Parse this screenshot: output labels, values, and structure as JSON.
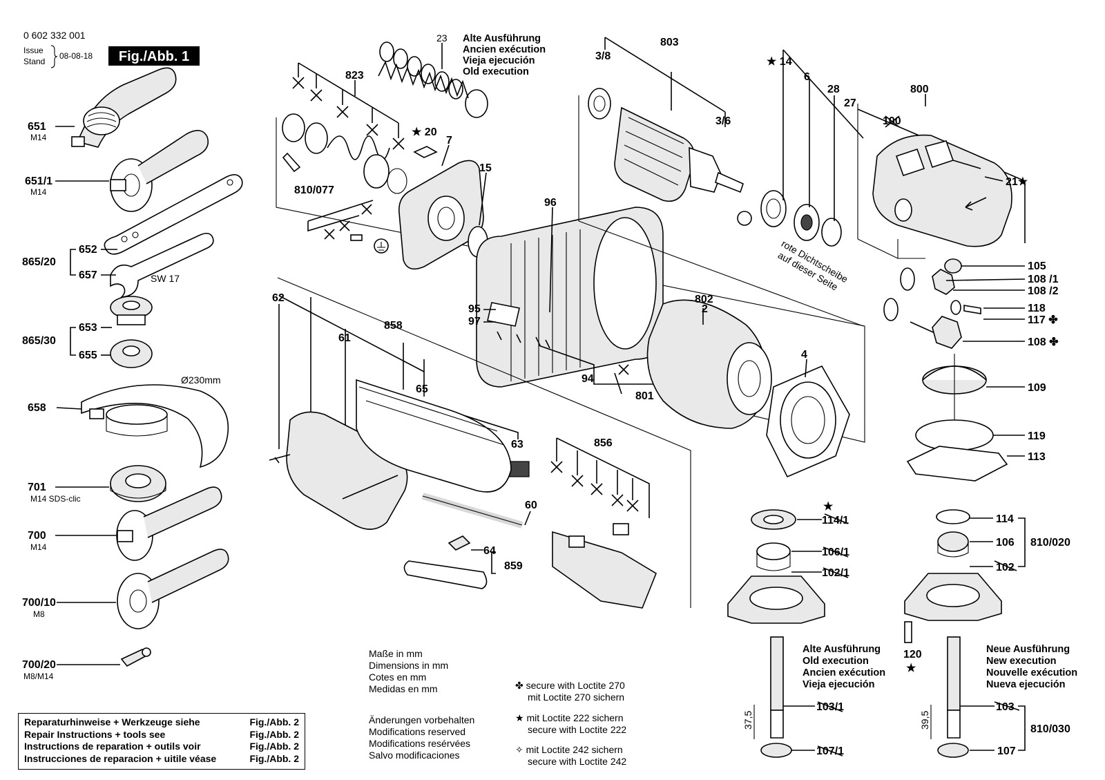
{
  "header": {
    "drawing_number": "0 602 332 001",
    "issue_label": "Issue",
    "stand_label": "Stand",
    "date": "08-08-18",
    "figure_label": "Fig./Abb. 1"
  },
  "old_execution_top": [
    "Alte Ausführung",
    "Ancien exécution",
    "Vieja ejecución",
    "Old execution"
  ],
  "old_execution_bottom": [
    "Alte Ausführung",
    "Old execution",
    "Ancien exécution",
    "Vieja ejecución"
  ],
  "new_execution": [
    "Neue Ausführung",
    "New execution",
    "Nouvelle exécution",
    "Nueva ejecución"
  ],
  "seal_note": [
    "rote Dichtscheibe",
    "auf dieser Seite"
  ],
  "accessory_labels": {
    "p651": "651",
    "p651_thread": "M14",
    "p651_1": "651/1",
    "p651_1_thread": "M14",
    "p865_20": "865/20",
    "p652": "652",
    "p657": "657",
    "sw17": "SW 17",
    "p865_30": "865/30",
    "p653": "653",
    "p655": "655",
    "p658": "658",
    "diameter": "Ø230mm",
    "p701": "701",
    "p701_sub": "M14 SDS-clic",
    "p700": "700",
    "p700_thread": "M14",
    "p700_10": "700/10",
    "p700_10_thread": "M8",
    "p700_20": "700/20",
    "p700_20_thread": "M8/M14"
  },
  "part_labels": {
    "p823": "823",
    "p23": "23",
    "p20": "★ 20",
    "p7": "7",
    "p15": "15",
    "p810_077": "810/077",
    "p96": "96",
    "p95": "95",
    "p97": "97",
    "p94": "94",
    "p801": "801",
    "p802": "802",
    "p2": "2",
    "p4": "4",
    "p62": "62",
    "p61": "61",
    "p858": "858",
    "p65": "65",
    "p63": "63",
    "p856": "856",
    "p60": "60",
    "p64": "64",
    "p859": "859",
    "p803": "803",
    "p3_8": "3/8",
    "p3_6": "3/6",
    "p14": "★ 14",
    "p6": "6",
    "p28": "28",
    "p27": "27",
    "p800": "800",
    "p100": "100",
    "p21": "21★",
    "p105": "105",
    "p108_1": "108 /1",
    "p108_2": "108 /2",
    "p118": "118",
    "p117": "117 ✤",
    "p108": "108 ✤",
    "p109": "109",
    "p119": "119",
    "p113": "113",
    "p114": "114",
    "p106": "106",
    "p810_020": "810/020",
    "p102": "102",
    "p120": "120",
    "p120_star": "★",
    "p114_1_star": "★",
    "p114_1": "114/1",
    "p106_1": "106/1",
    "p102_1": "102/1",
    "p103_1": "103/1",
    "p107_1": "107/1",
    "p103": "103",
    "p107": "107",
    "p810_030": "810/030",
    "dim_old": "37,5",
    "dim_new": "39,5"
  },
  "units": [
    "Maße in mm",
    "Dimensions in mm",
    "Cotes en mm",
    "Medidas en mm"
  ],
  "changes": [
    "Änderungen vorbehalten",
    "Modifications reserved",
    "Modifications resérvées",
    "Salvo modificaciones"
  ],
  "loctite": {
    "l270": [
      "✤ secure with Loctite 270",
      "mit Loctite 270 sichern"
    ],
    "l222": [
      "★ mit Loctite 222 sichern",
      "secure with Loctite 222"
    ],
    "l242": [
      "✧ mit Loctite 242 sichern",
      "secure with Loctite 242"
    ]
  },
  "repair_table": [
    {
      "text": "Reparaturhinweise + Werkzeuge siehe",
      "ref": "Fig./Abb. 2"
    },
    {
      "text": "Repair Instructions + tools see",
      "ref": "Fig./Abb. 2"
    },
    {
      "text": "Instructions de reparation + outils voir",
      "ref": "Fig./Abb. 2"
    },
    {
      "text": "Instrucciones de reparacion + uitile véase",
      "ref": "Fig./Abb. 2"
    }
  ]
}
